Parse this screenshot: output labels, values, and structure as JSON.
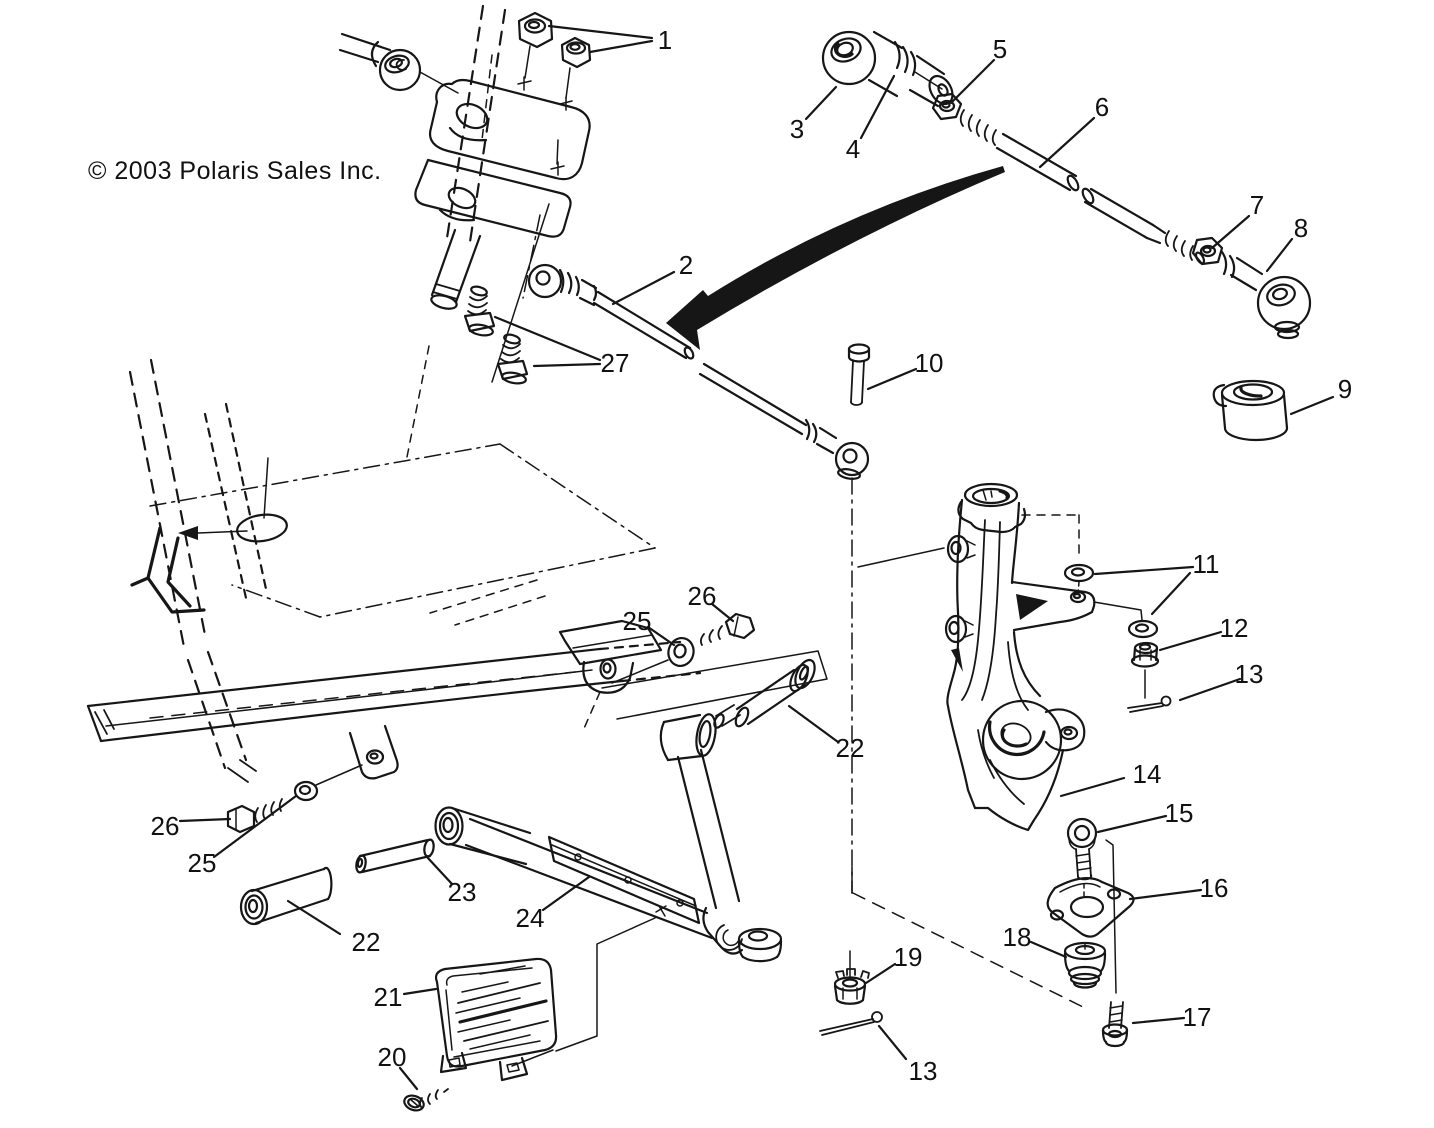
{
  "copyright": "© 2003 Polaris Sales Inc.",
  "callouts": {
    "n1": "1",
    "n2": "2",
    "n3": "3",
    "n4": "4",
    "n5": "5",
    "n6": "6",
    "n7": "7",
    "n8": "8",
    "n9": "9",
    "n10": "10",
    "n11": "11",
    "n12": "12",
    "n13a": "13",
    "n13b": "13",
    "n14": "14",
    "n15": "15",
    "n16": "16",
    "n17": "17",
    "n18": "18",
    "n19": "19",
    "n20": "20",
    "n21": "21",
    "n22a": "22",
    "n22b": "22",
    "n23": "23",
    "n24": "24",
    "n25a": "25",
    "n25b": "25",
    "n26a": "26",
    "n26b": "26",
    "n27": "27"
  }
}
